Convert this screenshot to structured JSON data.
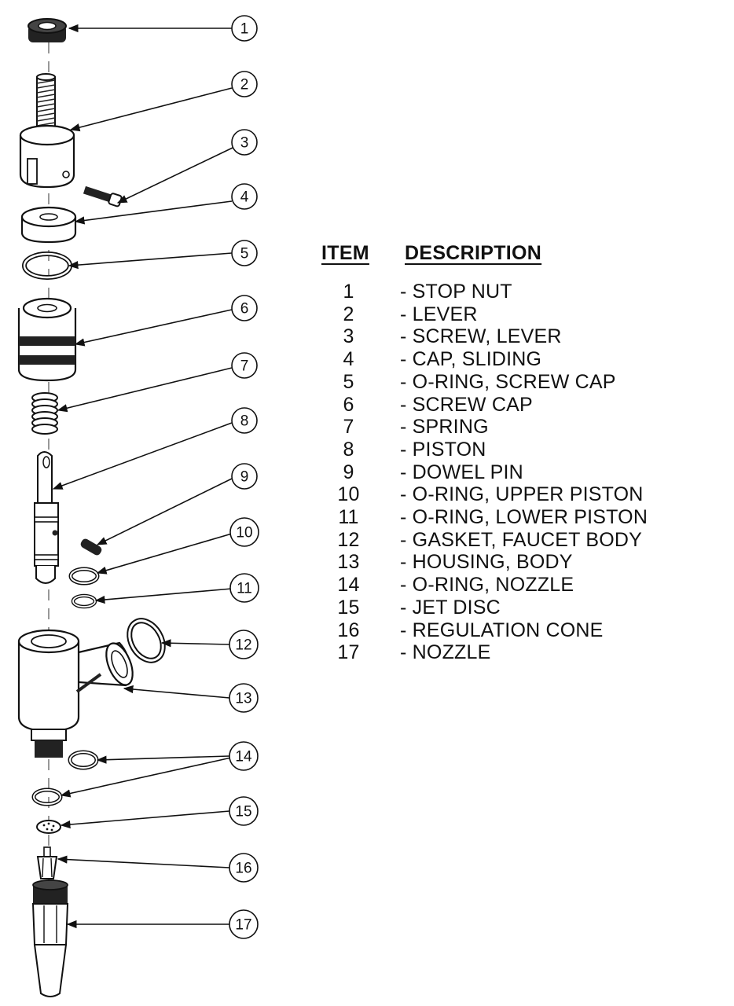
{
  "callouts": [
    "1",
    "2",
    "3",
    "4",
    "5",
    "6",
    "7",
    "8",
    "9",
    "10",
    "11",
    "12",
    "13",
    "14",
    "15",
    "16",
    "17"
  ],
  "table": {
    "header_item": "ITEM",
    "header_description": "DESCRIPTION",
    "rows": [
      {
        "item": "1",
        "description": "- STOP NUT"
      },
      {
        "item": "2",
        "description": "- LEVER"
      },
      {
        "item": "3",
        "description": "- SCREW, LEVER"
      },
      {
        "item": "4",
        "description": "- CAP, SLIDING"
      },
      {
        "item": "5",
        "description": "- O-RING, SCREW CAP"
      },
      {
        "item": "6",
        "description": "- SCREW CAP"
      },
      {
        "item": "7",
        "description": "- SPRING"
      },
      {
        "item": "8",
        "description": "- PISTON"
      },
      {
        "item": "9",
        "description": "- DOWEL PIN"
      },
      {
        "item": "10",
        "description": "- O-RING, UPPER PISTON"
      },
      {
        "item": "11",
        "description": "- O-RING, LOWER PISTON"
      },
      {
        "item": "12",
        "description": "- GASKET, FAUCET BODY"
      },
      {
        "item": "13",
        "description": "- HOUSING, BODY"
      },
      {
        "item": "14",
        "description": "- O-RING, NOZZLE"
      },
      {
        "item": "15",
        "description": "- JET DISC"
      },
      {
        "item": "16",
        "description": "- REGULATION CONE"
      },
      {
        "item": "17",
        "description": "- NOZZLE"
      }
    ]
  }
}
